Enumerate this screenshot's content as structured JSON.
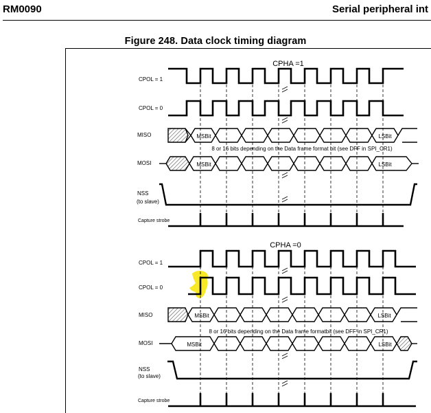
{
  "header": {
    "doc_id": "RM0090",
    "section_title": "Serial peripheral int"
  },
  "figure": {
    "title": "Figure 248. Data clock timing diagram"
  },
  "panels": [
    {
      "cpha_label": "CPHA =1",
      "cpol1_label": "CPOL = 1",
      "cpol0_label": "CPOL = 0",
      "miso_label": "MISO",
      "mosi_label": "MOSI",
      "nss_label_1": "NSS",
      "nss_label_2": "(to slave)",
      "capture_label": "Capture strobe",
      "msbit_miso": "MSBit",
      "lsbit_miso": "LSBit",
      "msbit_mosi": "MSBit",
      "lsbit_mosi": "LSBit",
      "note": "8 or 16 bits depending on the Data frame format bit (see DFF in SPI_CR1)"
    },
    {
      "cpha_label": "CPHA =0",
      "cpol1_label": "CPOL = 1",
      "cpol0_label": "CPOL = 0",
      "miso_label": "MISO",
      "mosi_label": "MOSI",
      "nss_label_1": "NSS",
      "nss_label_2": "(to slave)",
      "capture_label": "Capture strobe",
      "msbit_miso": "MSBit",
      "lsbit_miso": "LSBit",
      "msbit_mosi": "MSBit",
      "lsbit_mosi": "LSBit",
      "note": "8 or 16 bits depending on the Data frame formatbit (see DFF in SPI_CR1)"
    }
  ],
  "colors": {
    "line": "#000000",
    "hatch": "#555555",
    "highlight": "#f7e81c"
  }
}
